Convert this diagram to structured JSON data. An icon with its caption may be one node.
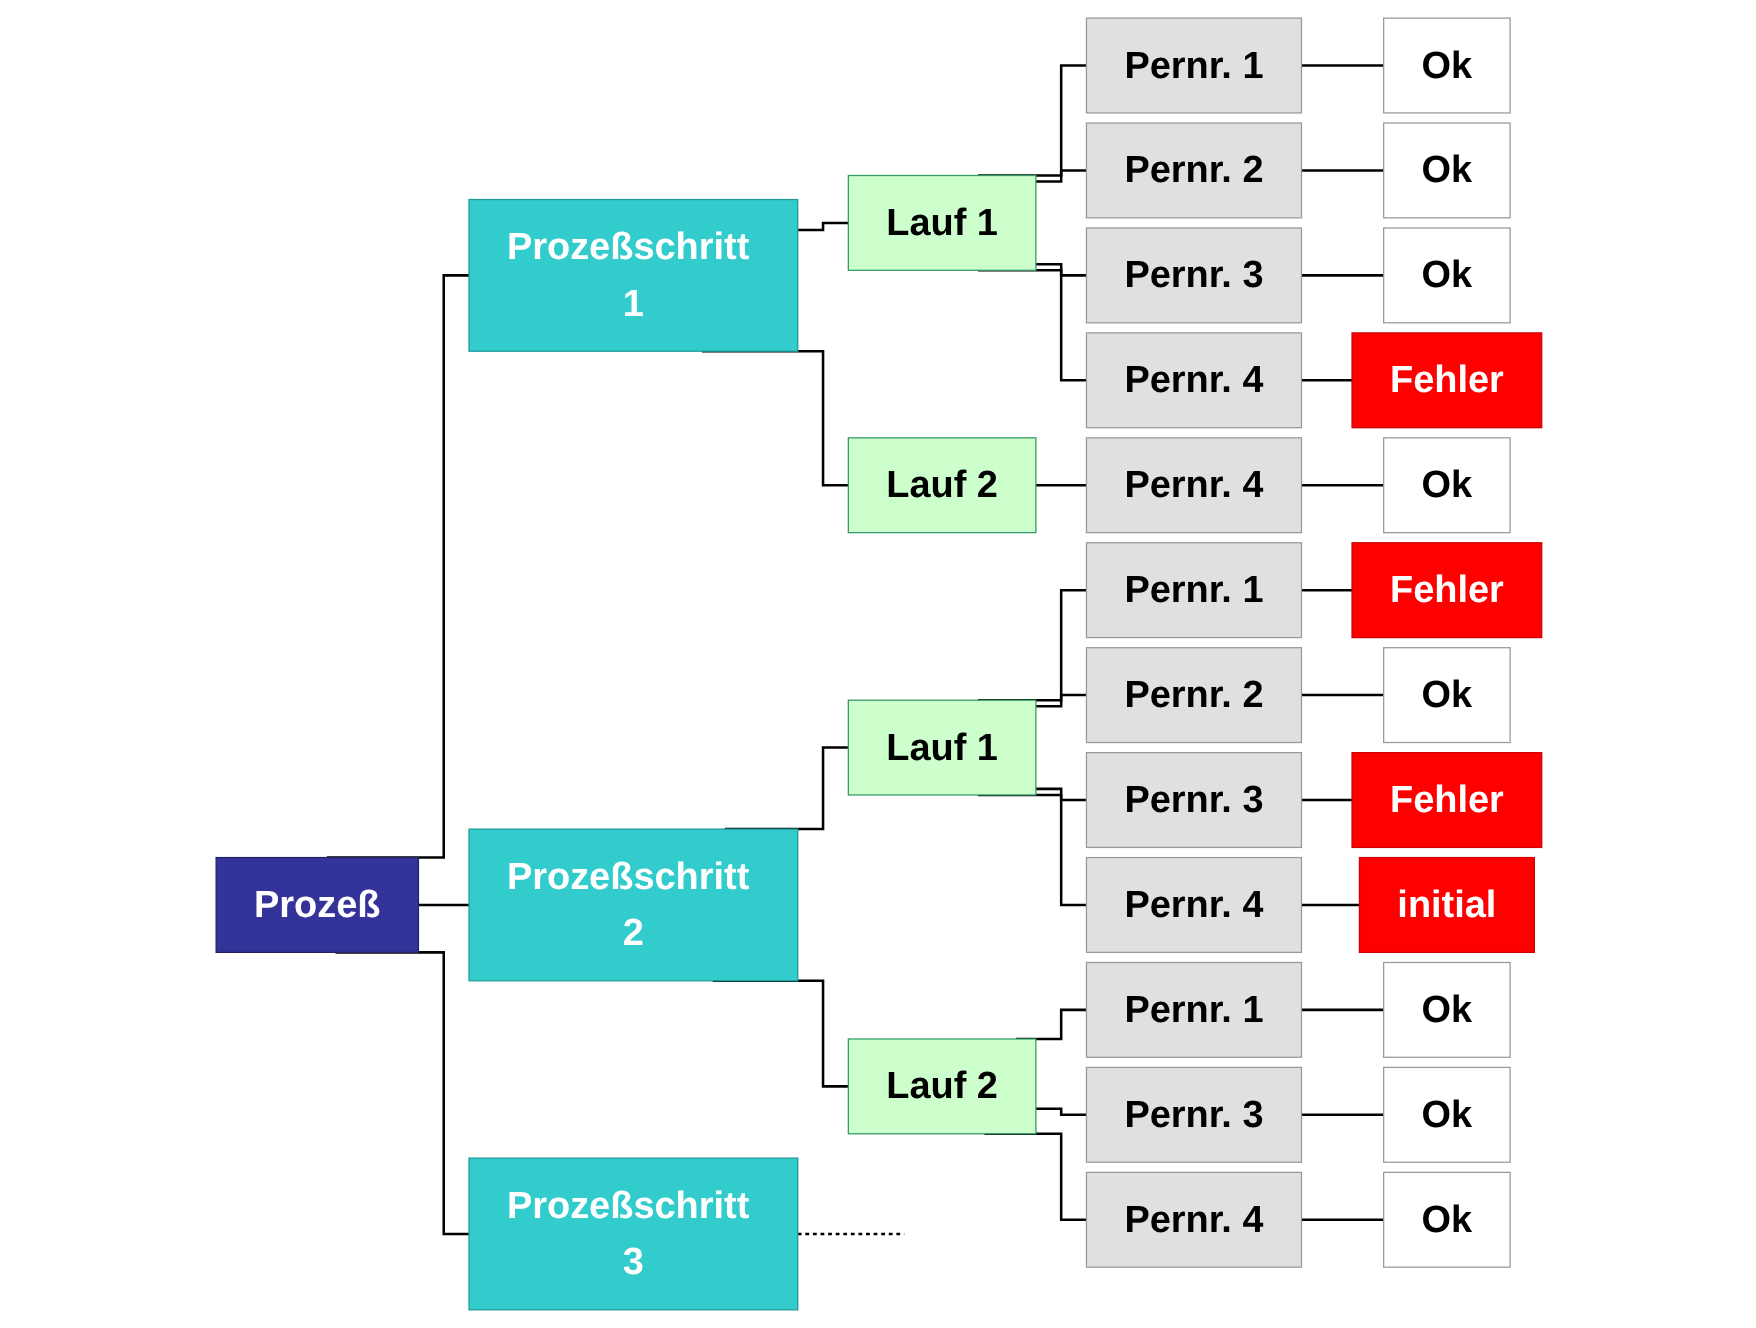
{
  "diagram": {
    "nodes": [
      {
        "text": [
          "Prozeß"
        ]
      },
      {
        "text": [
          "Prozeßschritt 1"
        ]
      },
      {
        "text": [
          "Lauf 1"
        ]
      },
      {
        "text": [
          "Pernr. 1"
        ]
      },
      {
        "text": [
          "Ok"
        ]
      },
      {
        "text": [
          "Pernr. 2"
        ]
      },
      {
        "text": [
          "Ok"
        ]
      },
      {
        "text": [
          "Pernr. 3"
        ]
      },
      {
        "text": [
          "Ok"
        ]
      },
      {
        "text": [
          "Pernr. 4"
        ]
      },
      {
        "text": [
          "Fehler"
        ]
      },
      {
        "text": [
          "Lauf 2"
        ]
      },
      {
        "text": [
          "Pernr. 4"
        ]
      },
      {
        "text": [
          "Ok"
        ]
      },
      {
        "text": [
          "Prozeßschritt 2"
        ]
      },
      {
        "text": [
          "Lauf 1"
        ]
      },
      {
        "text": [
          "Pernr. 1"
        ]
      },
      {
        "text": [
          "Fehler"
        ]
      },
      {
        "text": [
          "Pernr. 2"
        ]
      },
      {
        "text": [
          "Ok"
        ]
      },
      {
        "text": [
          "Pernr. 3"
        ]
      },
      {
        "text": [
          "Fehler"
        ]
      },
      {
        "text": [
          "Pernr. 4"
        ]
      },
      {
        "text": [
          "initial"
        ]
      },
      {
        "text": [
          "Lauf 2"
        ]
      },
      {
        "text": [
          "Pernr. 1"
        ]
      },
      {
        "text": [
          "Ok"
        ]
      },
      {
        "text": [
          "Pernr. 3"
        ]
      },
      {
        "text": [
          "Ok"
        ]
      },
      {
        "text": [
          "Pernr. 4"
        ]
      },
      {
        "text": [
          "Ok"
        ]
      },
      {
        "text": [
          "Prozeßschritt 3"
        ]
      }
    ],
    "edges": [
      {
        "from": 0,
        "to": 1,
        "arrow": "none"
      },
      {
        "from": 1,
        "to": 2,
        "arrow": "none"
      },
      {
        "from": 2,
        "to": 3,
        "arrow": "none"
      },
      {
        "from": 3,
        "to": 4,
        "arrow": "none"
      },
      {
        "from": 2,
        "to": 5,
        "arrow": "none"
      },
      {
        "from": 5,
        "to": 6,
        "arrow": "none"
      },
      {
        "from": 2,
        "to": 7,
        "arrow": "none"
      },
      {
        "from": 7,
        "to": 8,
        "arrow": "none"
      },
      {
        "from": 2,
        "to": 9,
        "arrow": "none"
      },
      {
        "from": 9,
        "to": 10,
        "arrow": "none"
      },
      {
        "from": 1,
        "to": 11,
        "arrow": "none"
      },
      {
        "from": 11,
        "to": 12,
        "arrow": "none"
      },
      {
        "from": 12,
        "to": 13,
        "arrow": "none"
      },
      {
        "from": 0,
        "to": 14,
        "arrow": "none"
      },
      {
        "from": 14,
        "to": 15,
        "arrow": "none"
      },
      {
        "from": 15,
        "to": 16,
        "arrow": "none"
      },
      {
        "from": 16,
        "to": 17,
        "arrow": "none"
      },
      {
        "from": 15,
        "to": 18,
        "arrow": "none"
      },
      {
        "from": 18,
        "to": 19,
        "arrow": "none"
      },
      {
        "from": 15,
        "to": 20,
        "arrow": "none"
      },
      {
        "from": 20,
        "to": 21,
        "arrow": "none"
      },
      {
        "from": 15,
        "to": 22,
        "arrow": "none"
      },
      {
        "from": 22,
        "to": 23,
        "arrow": "none"
      },
      {
        "from": 14,
        "to": 24,
        "arrow": "none"
      },
      {
        "from": 24,
        "to": 25,
        "arrow": "none"
      },
      {
        "from": 25,
        "to": 26,
        "arrow": "none"
      },
      {
        "from": 24,
        "to": 27,
        "arrow": "none"
      },
      {
        "from": 27,
        "to": 28,
        "arrow": "none"
      },
      {
        "from": 24,
        "to": 29,
        "arrow": "none"
      },
      {
        "from": 29,
        "to": 30,
        "arrow": "none"
      },
      {
        "from": 0,
        "to": 31,
        "arrow": "none"
      },
      {
        "from": 31,
        "to": null,
        "arrow": "none",
        "style": "dashed"
      }
    ]
  }
}
